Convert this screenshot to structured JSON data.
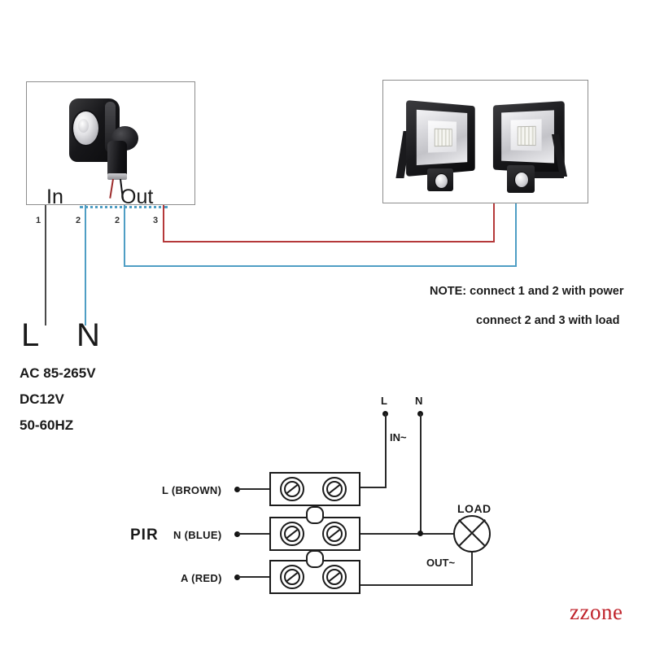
{
  "diagram": {
    "title_watermark": "zzone",
    "sensor_panel": {
      "name": "pir-motion-sensor-photo",
      "in_label": "In",
      "out_label": "Out",
      "terminals": [
        {
          "number": "1",
          "wire_color": "#4a4a4a",
          "role": "line-in"
        },
        {
          "number": "2",
          "wire_color": "#4f9ec4",
          "role": "neutral-in"
        },
        {
          "number": "2",
          "wire_color": "#4f9ec4",
          "role": "neutral-out"
        },
        {
          "number": "3",
          "wire_color": "#b5393a",
          "role": "switched-live-out"
        }
      ]
    },
    "lamp_panel": {
      "name": "led-floodlight-photo",
      "count": 2
    },
    "supply": {
      "live_label": "L",
      "neutral_label": "N",
      "specs": [
        "AC 85-265V",
        "DC12V",
        "50-60HZ"
      ]
    },
    "note": {
      "line1": "NOTE: connect 1 and 2 with power",
      "line2": "connect 2 and 3 with load"
    },
    "schematic": {
      "pir_label": "PIR",
      "wire_labels": [
        "L (BROWN)",
        "N (BLUE)",
        "A (RED)"
      ],
      "supply_live": "L",
      "supply_neutral": "N",
      "in_label": "IN~",
      "out_label": "OUT~",
      "load_label": "LOAD"
    },
    "colors": {
      "live_wire": "#4a4a4a",
      "neutral_wire": "#4f9ec4",
      "load_wire": "#b5393a",
      "schematic_line": "#1b1b1b",
      "watermark": "#c0232b"
    }
  }
}
